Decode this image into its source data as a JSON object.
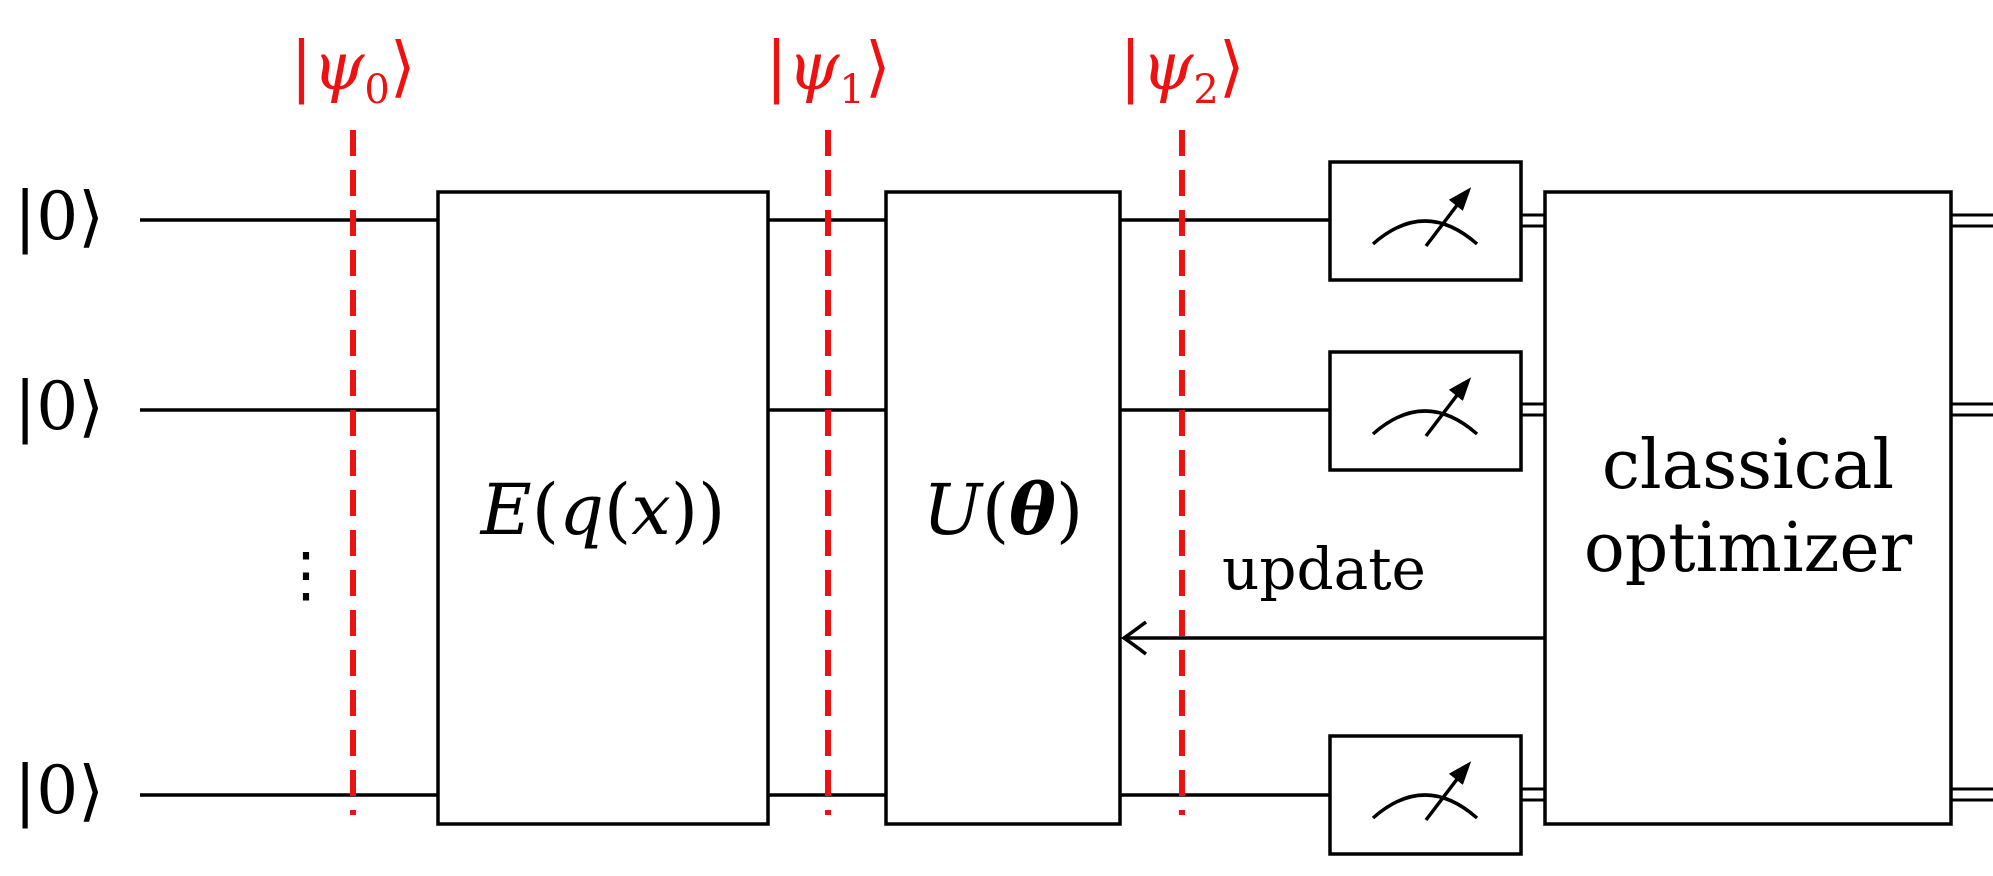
{
  "input_states": [
    {
      "ket": "|0⟩"
    },
    {
      "ket": "|0⟩"
    },
    {
      "ket": "|0⟩"
    }
  ],
  "ellipsis": "⋮",
  "state_markers": [
    {
      "symbol": "ψ",
      "index": "0"
    },
    {
      "symbol": "ψ",
      "index": "1"
    },
    {
      "symbol": "ψ",
      "index": "2"
    }
  ],
  "gates": {
    "encoding": {
      "name": "E",
      "open1": "(",
      "inner_name": "q",
      "open2": "(",
      "var": "x",
      "close": "))"
    },
    "variational": {
      "name": "U",
      "open": "(",
      "param": "θ",
      "close": ")"
    }
  },
  "optimizer": {
    "line1": "classical",
    "line2": "optimizer"
  },
  "feedback": {
    "label": "update"
  },
  "colors": {
    "wire": "#000000",
    "marker": "#ee1111"
  },
  "icons": [
    "meter-icon",
    "meter-icon",
    "meter-icon",
    "update-arrow-icon"
  ]
}
